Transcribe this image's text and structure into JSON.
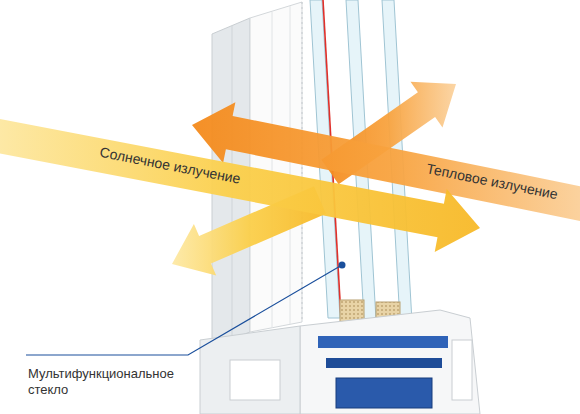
{
  "diagram": {
    "labels": [
      "Солнечное излучение",
      "Тепловое излучение",
      "Мультифункциональное стекло"
    ]
  }
}
